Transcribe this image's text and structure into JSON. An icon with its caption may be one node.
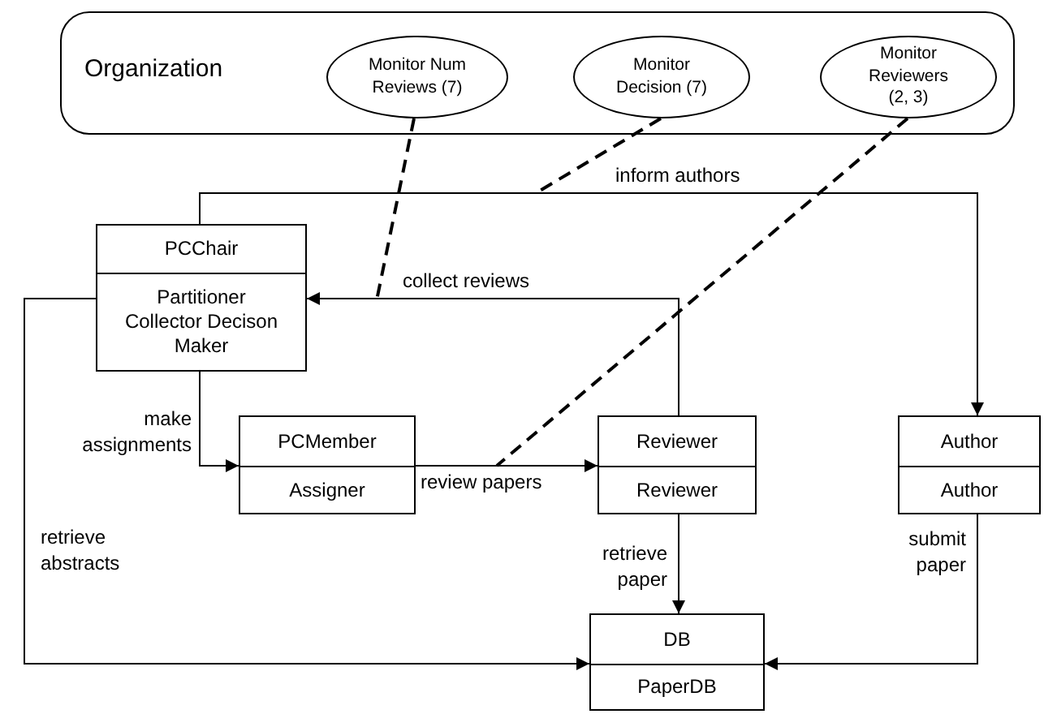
{
  "diagram": {
    "nodes": [
      {
        "text": [
          "Organization"
        ]
      },
      {
        "text": [
          "Monitor Num Reviews (7)"
        ],
        "in": 0
      },
      {
        "text": [
          "Monitor Decision (7)"
        ],
        "in": 0
      },
      {
        "text": [
          "Monitor Reviewers (2, 3)"
        ],
        "in": 0
      },
      {
        "text": [
          "PCChair",
          "Partitioner Collector Decison Maker"
        ]
      },
      {
        "text": [
          "PCMember",
          "Assigner"
        ]
      },
      {
        "text": [
          "Reviewer",
          "Reviewer"
        ]
      },
      {
        "text": [
          "Author",
          "Author"
        ]
      },
      {
        "text": [
          "DB",
          "PaperDB"
        ]
      }
    ],
    "edges": [
      {
        "from": 4,
        "to": 7,
        "arrow": "to",
        "label": "inform authors"
      },
      {
        "from": 6,
        "to": 4,
        "arrow": "to",
        "label": "collect reviews"
      },
      {
        "from": 4,
        "to": 5,
        "arrow": "to",
        "label": "make assignments"
      },
      {
        "from": 5,
        "to": 6,
        "arrow": "to",
        "label": "review papers"
      },
      {
        "from": 6,
        "to": 8,
        "arrow": "to",
        "label": "retrieve paper"
      },
      {
        "from": 4,
        "to": 8,
        "arrow": "to",
        "label": "retrieve abstracts"
      },
      {
        "from": 7,
        "to": 8,
        "arrow": "to",
        "label": "submit paper"
      },
      {
        "from": 1,
        "to": null,
        "arrow": "none",
        "style": "dashed"
      },
      {
        "from": 2,
        "to": null,
        "arrow": "none",
        "style": "dashed"
      },
      {
        "from": 3,
        "to": null,
        "arrow": "none",
        "style": "dashed"
      }
    ]
  }
}
